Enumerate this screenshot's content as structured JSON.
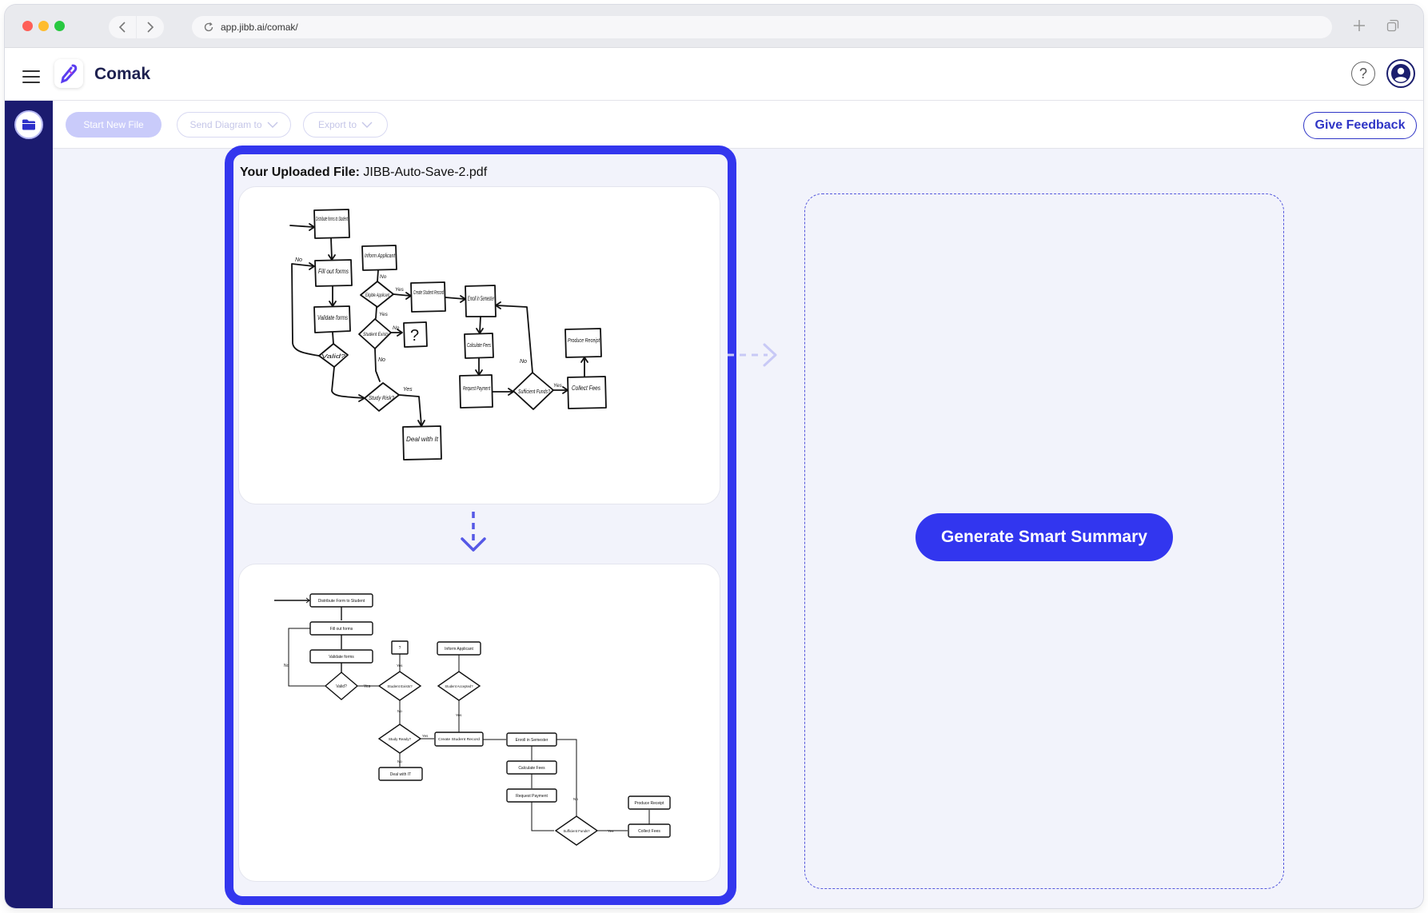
{
  "browser": {
    "url": "app.jibb.ai/comak/"
  },
  "app": {
    "brand": "Comak",
    "help_symbol": "?"
  },
  "toolbar": {
    "start_new_file": "Start New File",
    "send_diagram_to": "Send Diagram to",
    "export_to": "Export to",
    "give_feedback": "Give Feedback"
  },
  "upload": {
    "title_label": "Your Uploaded File:",
    "file_name": "JIBB-Auto-Save-2.pdf"
  },
  "summary": {
    "generate_label": "Generate Smart Summary"
  },
  "sketch": {
    "labels": {
      "distribute": "Distribute forms to Student",
      "fill": "Fill out forms",
      "validate": "Validate forms",
      "valid": "Valid?",
      "inform": "Inform Applicant",
      "eligible": "Eligible Applicant",
      "student_exists": "Student Exists",
      "q": "?",
      "study_risk": "Study Risk?",
      "deal": "Deal with It",
      "create": "Create Student Record",
      "enroll": "Enroll in Semester",
      "calculate": "Calculate Fees",
      "request": "Request Payment",
      "sufficient": "Sufficient Funds?",
      "collect": "Collect Fees",
      "produce": "Produce Receipt",
      "yes": "Yes",
      "no": "No"
    }
  },
  "diagram": {
    "labels": {
      "distribute": "Distribute Form to Student",
      "fill": "Fill out forms",
      "validate": "Validate forms",
      "valid": "Valid?",
      "q": "?",
      "student_exists": "Student Exists?",
      "inform": "Inform Applicant",
      "student_accepted": "Student Accepted?",
      "study_ready": "Study Ready?",
      "create": "Create Student Record",
      "enroll": "Enroll in Semester",
      "deal": "Deal with IT",
      "calculate": "Calculate Fees",
      "request": "Request Payment",
      "produce": "Produce Receipt",
      "sufficient": "Sufficient Funds?",
      "collect": "Collect Fees",
      "yes": "Yes",
      "no": "No"
    }
  },
  "colors": {
    "accent": "#3336ee",
    "sidebar": "#1b1b6f",
    "brand_text": "#1e2150"
  }
}
